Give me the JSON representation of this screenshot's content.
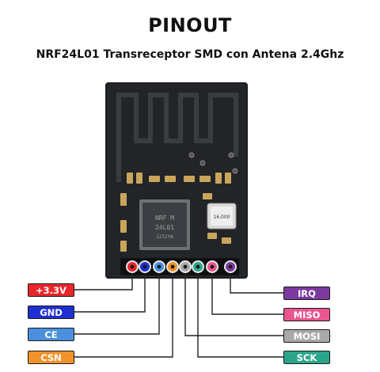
{
  "title": "PINOUT",
  "subtitle": "NRF24L01 Transreceptor SMD con Antena 2.4Ghz",
  "chip": {
    "line1": "NRF M",
    "line2": "24L01",
    "line3": "1232YA",
    "crystal": "16.000"
  },
  "pins": [
    {
      "id": "vcc",
      "label": "+3.3V",
      "color": "#e8262b"
    },
    {
      "id": "gnd",
      "label": "GND",
      "color": "#1f2fd0"
    },
    {
      "id": "ce",
      "label": "CE",
      "color": "#4a8fdc"
    },
    {
      "id": "csn",
      "label": "CSN",
      "color": "#f2922b"
    },
    {
      "id": "irq",
      "label": "IRQ",
      "color": "#7d3a9e"
    },
    {
      "id": "miso",
      "label": "MISO",
      "color": "#e9568f"
    },
    {
      "id": "mosi",
      "label": "MOSI",
      "color": "#a9a9a9"
    },
    {
      "id": "sck",
      "label": "SCK",
      "color": "#2aa58a"
    }
  ]
}
